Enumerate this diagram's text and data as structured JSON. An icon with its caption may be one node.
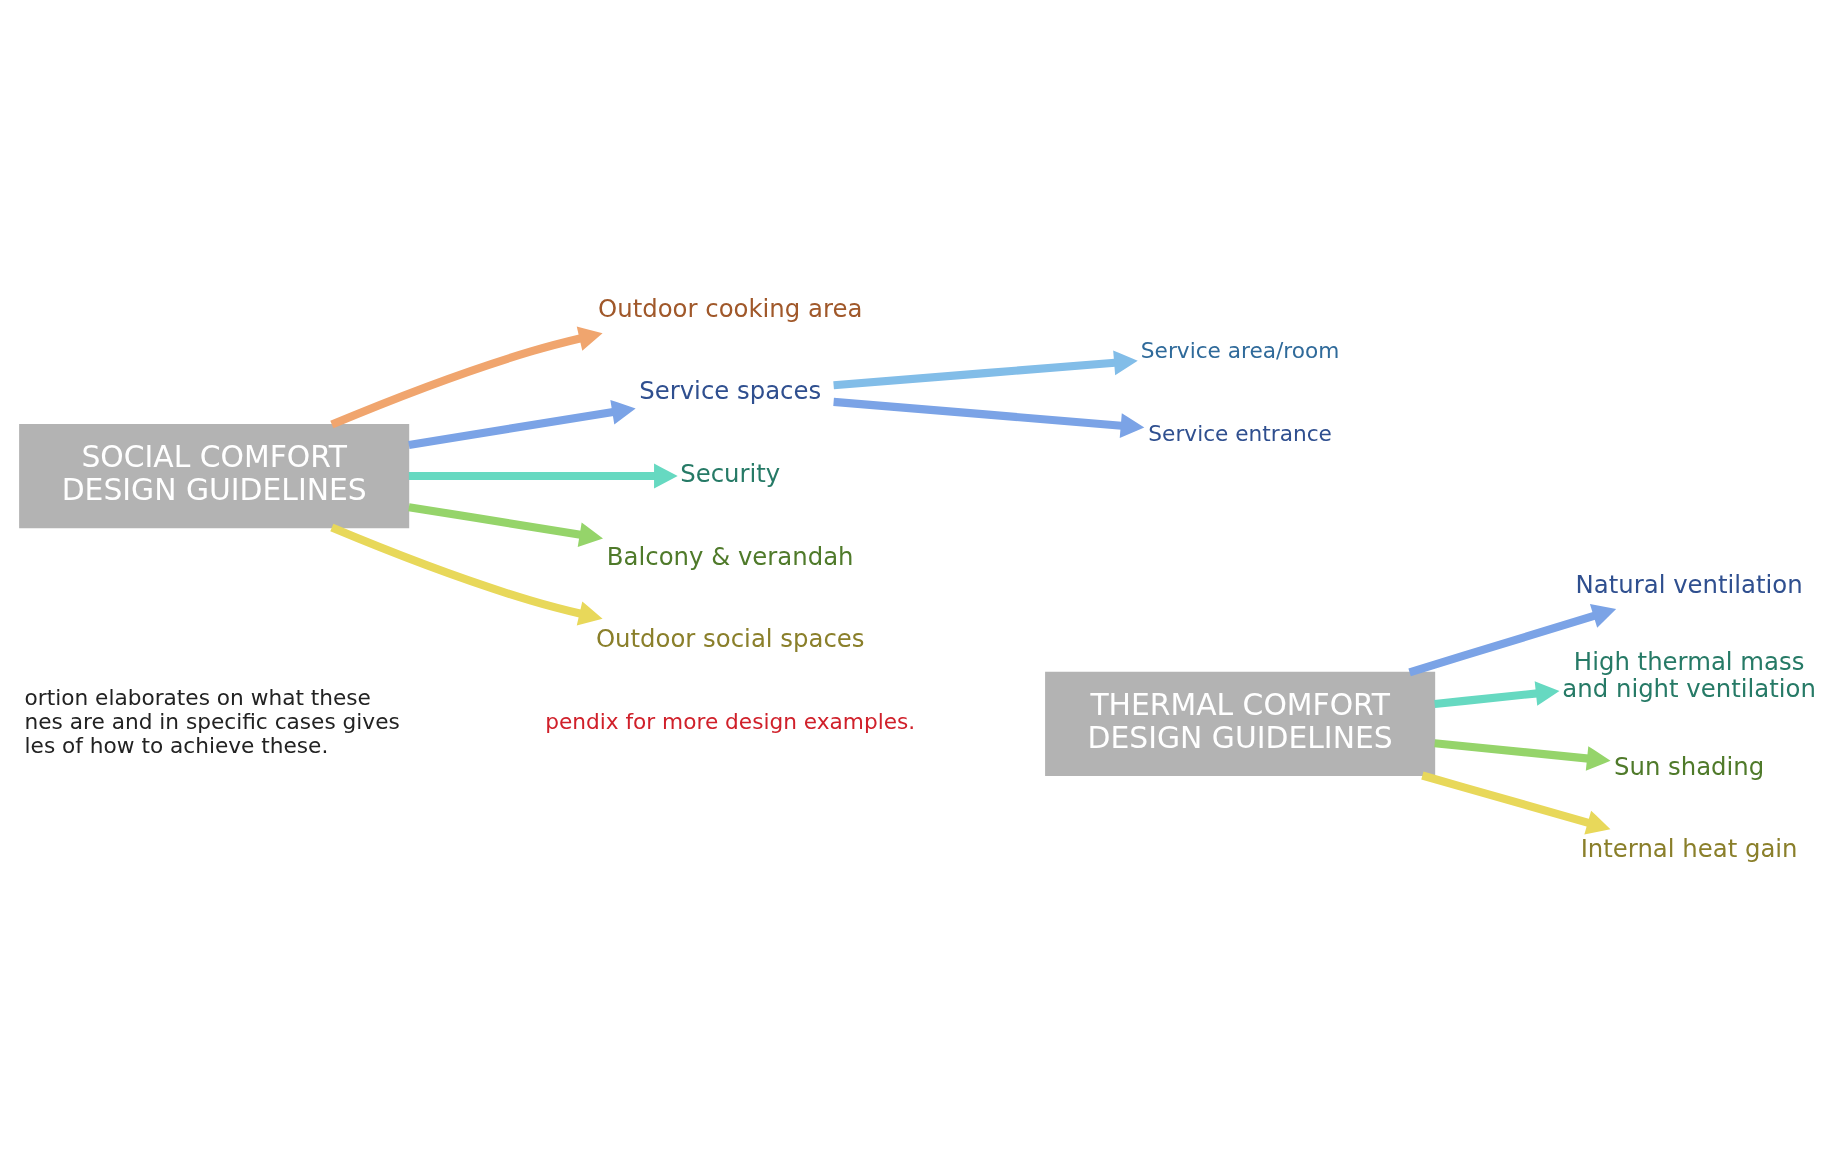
{
  "diagram": {
    "nodes": [
      {
        "text": [
          "THERMAL COMFORT DESIGN GUIDELINES"
        ]
      },
      {
        "text": [
          "Natural ventilation"
        ]
      },
      {
        "text": [
          "High thermal mass and night ventilation"
        ]
      },
      {
        "text": [
          "Sun shading"
        ]
      },
      {
        "text": [
          "Internal heat gain"
        ]
      },
      {
        "text": [
          "SOCIAL COMFORT DESIGN GUIDELINES"
        ]
      },
      {
        "text": [
          "Outdoor cooking area"
        ]
      },
      {
        "text": [
          "Service spaces"
        ]
      },
      {
        "text": [
          "Service area/room"
        ]
      },
      {
        "text": [
          "Service entrance"
        ]
      },
      {
        "text": [
          "Security"
        ]
      },
      {
        "text": [
          "Balcony & verandah"
        ]
      },
      {
        "text": [
          "Outdoor social spaces"
        ]
      }
    ],
    "edges": [
      {
        "from": 0,
        "to": 1,
        "arrow": "to",
        "color": "#7ba3e6"
      },
      {
        "from": 0,
        "to": 2,
        "arrow": "to",
        "color": "#66d9c1"
      },
      {
        "from": 0,
        "to": 3,
        "arrow": "to",
        "color": "#95d46a"
      },
      {
        "from": 0,
        "to": 4,
        "arrow": "to",
        "color": "#e8d85a"
      },
      {
        "from": 5,
        "to": 6,
        "arrow": "to",
        "color": "#f0a56e"
      },
      {
        "from": 5,
        "to": 7,
        "arrow": "to",
        "color": "#7ba3e6"
      },
      {
        "from": 7,
        "to": 8,
        "arrow": "to",
        "color": "#82bde8"
      },
      {
        "from": 7,
        "to": 9,
        "arrow": "to",
        "color": "#7ba3e6"
      },
      {
        "from": 5,
        "to": 10,
        "arrow": "to",
        "color": "#66d9c1"
      },
      {
        "from": 5,
        "to": 11,
        "arrow": "to",
        "color": "#95d46a"
      },
      {
        "from": 5,
        "to": 12,
        "arrow": "to",
        "color": "#e8d85a"
      }
    ],
    "labels": [
      "ortion elaborates on what these nes are and in specific cases gives les of how to achieve these.",
      "pendix for more design examples."
    ]
  }
}
